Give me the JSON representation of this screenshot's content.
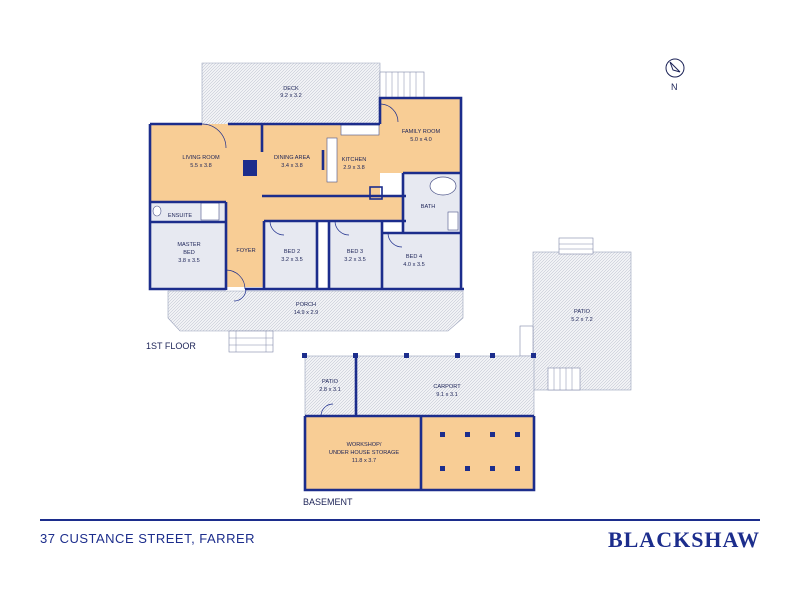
{
  "rooms": {
    "deck": {
      "name": "DECK",
      "size": "9.2 x 3.2"
    },
    "living": {
      "name": "LIVING ROOM",
      "size": "5.5 x 3.8"
    },
    "dining": {
      "name": "DINING AREA",
      "size": "3.4 x 3.8"
    },
    "kitchen": {
      "name": "KITCHEN",
      "size": "2.9 x 3.8"
    },
    "family": {
      "name": "FAMILY ROOM",
      "size": "5.0 x 4.0"
    },
    "ensuite": {
      "name": "ENSUITE"
    },
    "bath": {
      "name": "BATH"
    },
    "master": {
      "name1": "MASTER",
      "name2": "BED",
      "size": "3.8 x 3.5"
    },
    "foyer": {
      "name": "FOYER"
    },
    "bed2": {
      "name": "BED 2",
      "size": "3.2 x 3.5"
    },
    "bed3": {
      "name": "BED 3",
      "size": "3.2 x 3.5"
    },
    "bed4": {
      "name": "BED 4",
      "size": "4.0 x 3.5"
    },
    "porch": {
      "name": "PORCH",
      "size": "14.9 x 2.9"
    },
    "patio_large": {
      "name": "PATIO",
      "size": "5.2 x 7.2"
    },
    "patio_small": {
      "name": "PATIO",
      "size": "2.8 x 3.1"
    },
    "carport": {
      "name": "CARPORT",
      "size": "9.1 x 3.1"
    },
    "workshop": {
      "name1": "WORKSHOP/",
      "name2": "UNDER HOUSE STORAGE",
      "size": "11.8 x 3.7"
    }
  },
  "labels": {
    "first_floor": "1ST FLOOR",
    "basement": "BASEMENT",
    "north": "N"
  },
  "footer": {
    "address": "37 CUSTANCE STREET, FARRER",
    "brand": "BLACKSHAW"
  },
  "colors": {
    "room_fill": "#f8cd95",
    "bedroom_fill": "#e7e9f1",
    "wall": "#1c2d8c",
    "outdoor_fill": "#eef0f4"
  }
}
